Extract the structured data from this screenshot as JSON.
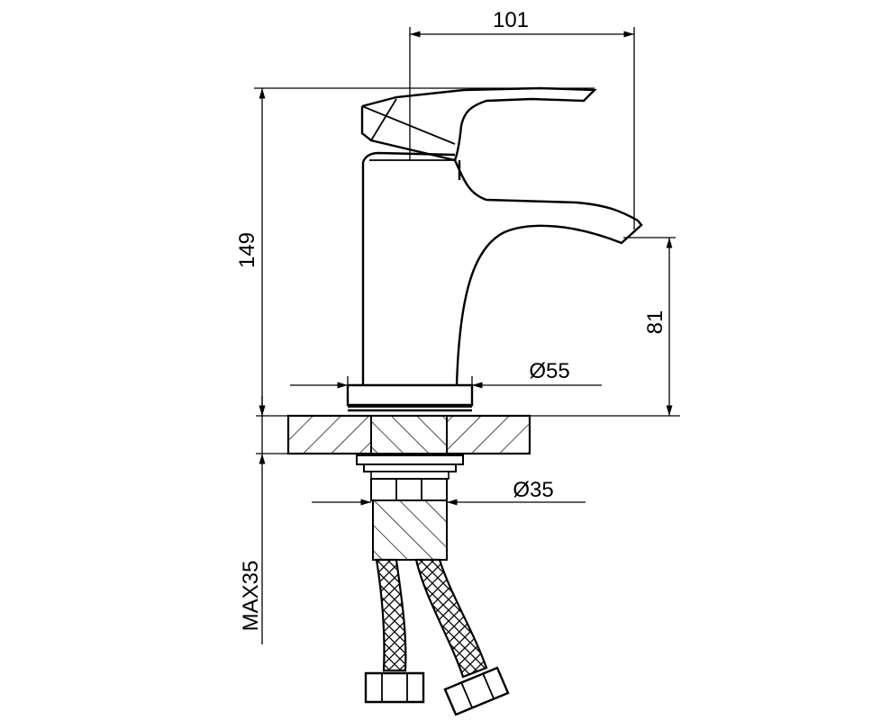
{
  "dimensions": {
    "width_label": "101",
    "height_label": "149",
    "spout_height_label": "81",
    "base_diameter_label": "Ø55",
    "thread_diameter_label": "Ø35",
    "max_thickness_label": "MAX35"
  }
}
